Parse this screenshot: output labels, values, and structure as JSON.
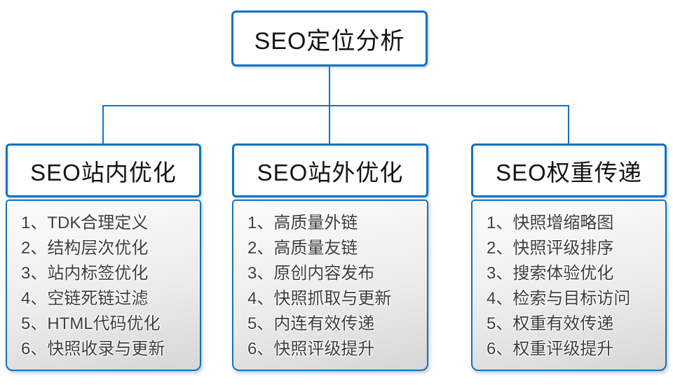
{
  "colors": {
    "accent": "#1273bf",
    "item_text": "#3d3d3d",
    "list_bg_top": "#fcfcfc",
    "list_bg_bottom": "#d6d6d6"
  },
  "root": {
    "title": "SEO定位分析"
  },
  "branches": [
    {
      "title": "SEO站内优化",
      "items": [
        "1、TDK合理定义",
        "2、结构层次优化",
        "3、站内标签优化",
        "4、空链死链过滤",
        "5、HTML代码优化",
        "6、快照收录与更新"
      ]
    },
    {
      "title": "SEO站外优化",
      "items": [
        "1、高质量外链",
        "2、高质量友链",
        "3、原创内容发布",
        "4、快照抓取与更新",
        "5、内连有效传递",
        "6、快照评级提升"
      ]
    },
    {
      "title": "SEO权重传递",
      "items": [
        "1、快照增缩略图",
        "2、快照评级排序",
        "3、搜索体验优化",
        "4、检索与目标访问",
        "5、权重有效传递",
        "6、权重评级提升"
      ]
    }
  ]
}
